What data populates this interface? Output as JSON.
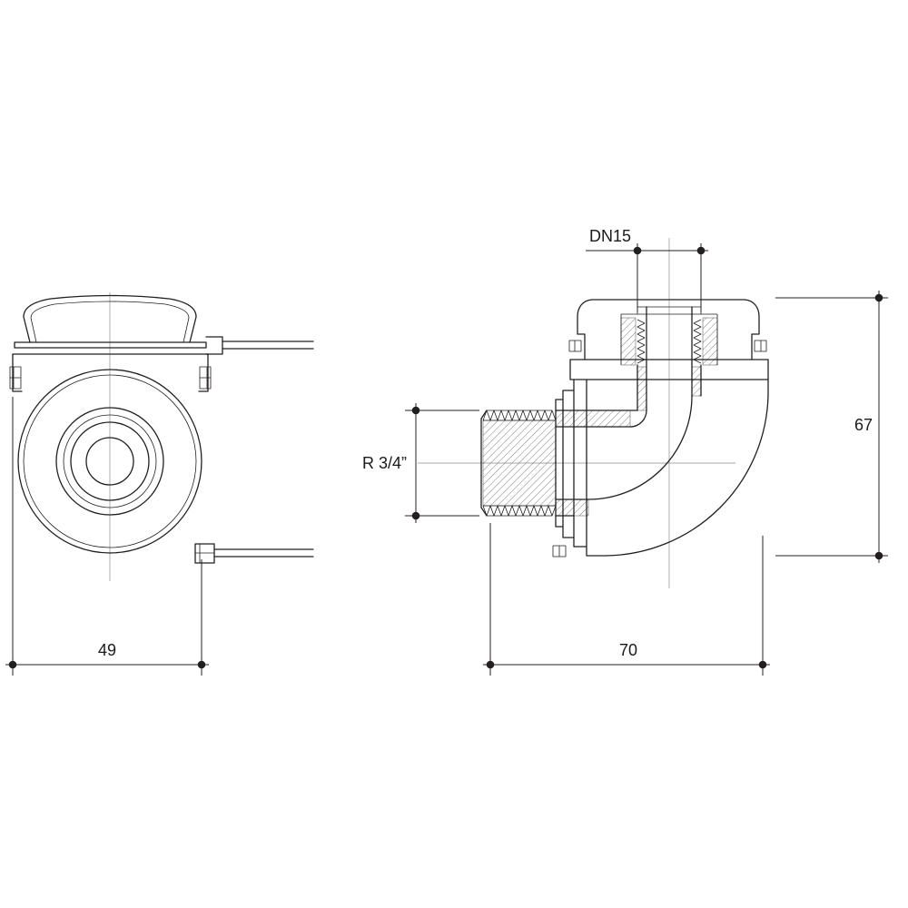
{
  "page": {
    "background": "#ffffff",
    "line_color": "#231f20"
  },
  "drawing": {
    "kind": "technical drawing - pipe elbow fitting, two orthographic views",
    "front_view": {
      "width_label": "49"
    },
    "side_view": {
      "nominal_bore_label": "DN15",
      "thread_label": "R 3/4”",
      "height_label": "67",
      "width_label": "70"
    }
  }
}
